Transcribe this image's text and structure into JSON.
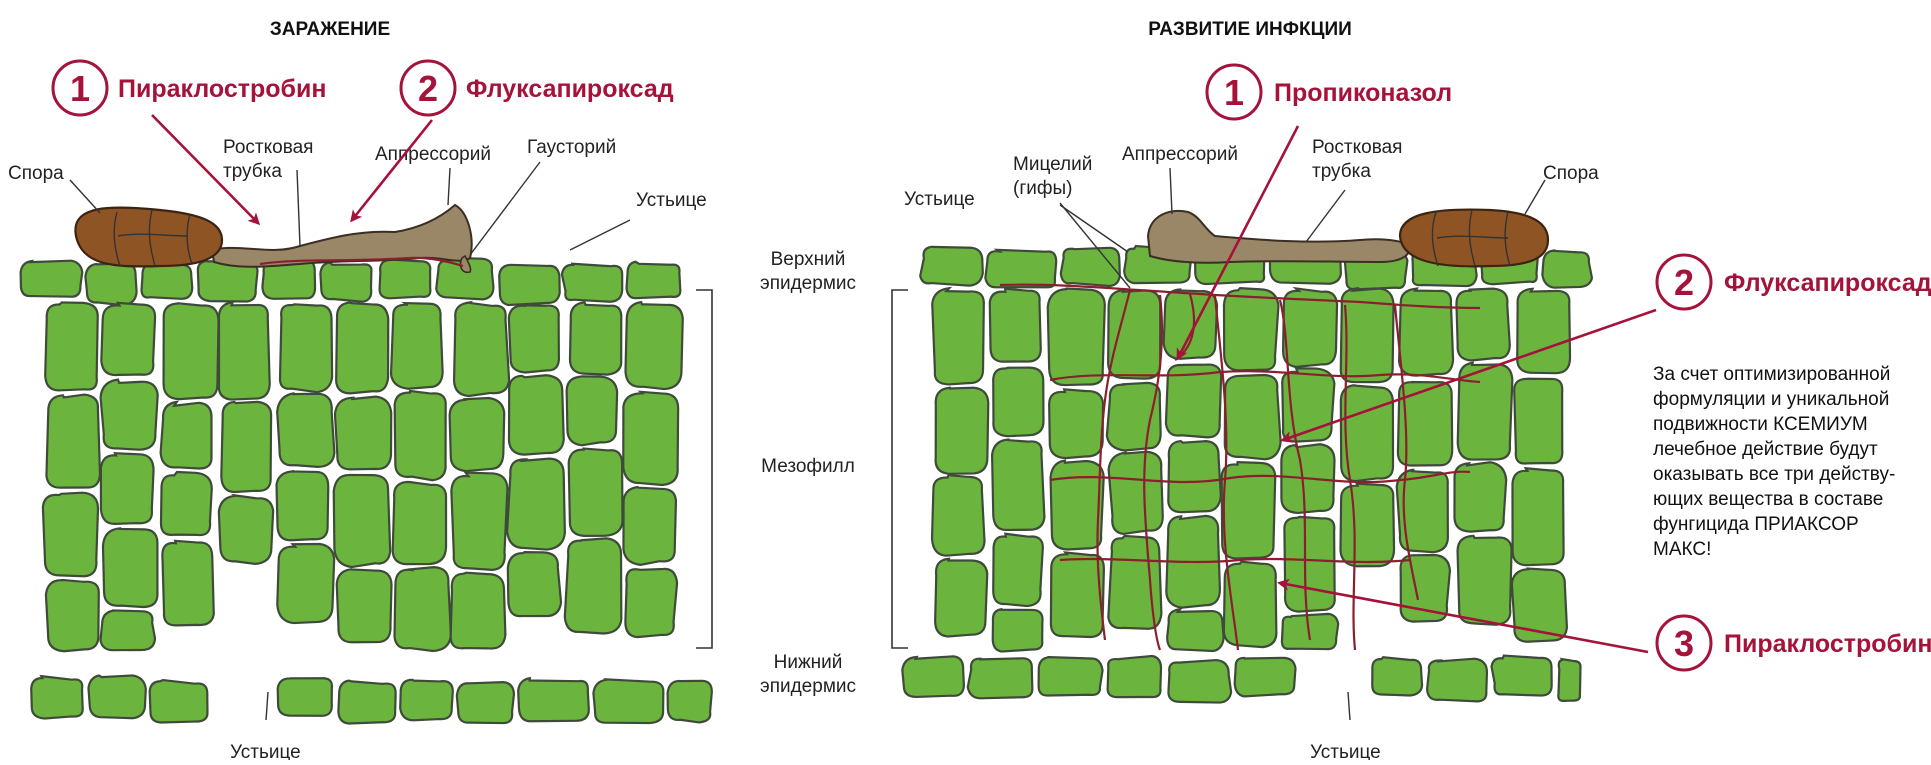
{
  "colors": {
    "accent": "#a5123a",
    "cell": "#6bb53e",
    "spore": "#8f5424",
    "tube": "#9a8768"
  },
  "left": {
    "title": "ЗАРАЖЕНИЕ",
    "fungicide1": {
      "num": "1",
      "name": "Пираклостробин"
    },
    "fungicide2": {
      "num": "2",
      "name": "Флуксапироксад"
    },
    "labels": {
      "spore": "Спора",
      "germ_tube_1": "Ростковая",
      "germ_tube_2": "трубка",
      "appressorium": "Аппрессорий",
      "haustorium": "Гаусторий",
      "stomata_top": "Устьице",
      "stomata_bottom": "Устьице"
    }
  },
  "center": {
    "upper_epidermis_1": "Верхний",
    "upper_epidermis_2": "эпидермис",
    "mesophyll": "Мезофилл",
    "lower_epidermis_1": "Нижний",
    "lower_epidermis_2": "эпидермис"
  },
  "right": {
    "title": "РАЗВИТИЕ ИНФКЦИИ",
    "fungicide1": {
      "num": "1",
      "name": "Пропиконазол"
    },
    "fungicide2": {
      "num": "2",
      "name": "Флуксапироксад"
    },
    "fungicide3": {
      "num": "3",
      "name": "Пираклостробин"
    },
    "labels": {
      "mycelium_1": "Мицелий",
      "mycelium_2": "(гифы)",
      "appressorium": "Аппрессорий",
      "germ_tube_1": "Ростковая",
      "germ_tube_2": "трубка",
      "spore": "Спора",
      "stomata_top": "Устьице",
      "stomata_bottom": "Устьице"
    },
    "description": [
      "За счет оптимизированной",
      "формуляции и уникальной",
      "подвижности КСЕМИУМ",
      "лечебное действие будут",
      "оказывать все три действу-",
      "ющих вещества в составе",
      "фунгицида ПРИАКСОР",
      "МАКС!"
    ]
  }
}
